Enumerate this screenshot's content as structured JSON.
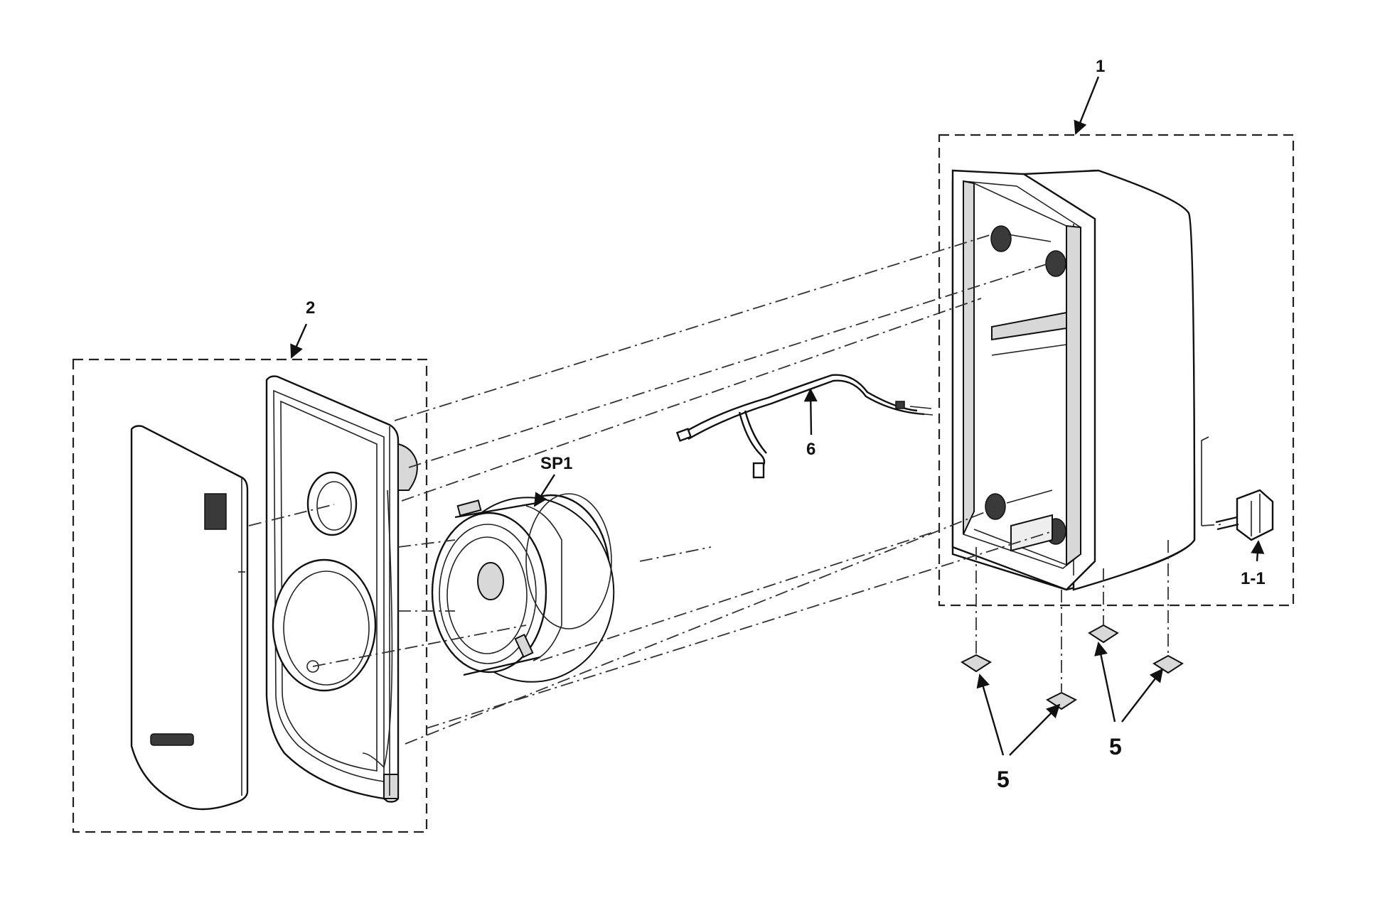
{
  "labels": {
    "part_1": "1",
    "part_1_1": "1-1",
    "part_2": "2",
    "part_5_left": "5",
    "part_5_right": "5",
    "part_6": "6",
    "part_sp1": "SP1"
  },
  "colors": {
    "ink": "#111111",
    "paper": "#ffffff",
    "shade": "#d8d8d8"
  }
}
